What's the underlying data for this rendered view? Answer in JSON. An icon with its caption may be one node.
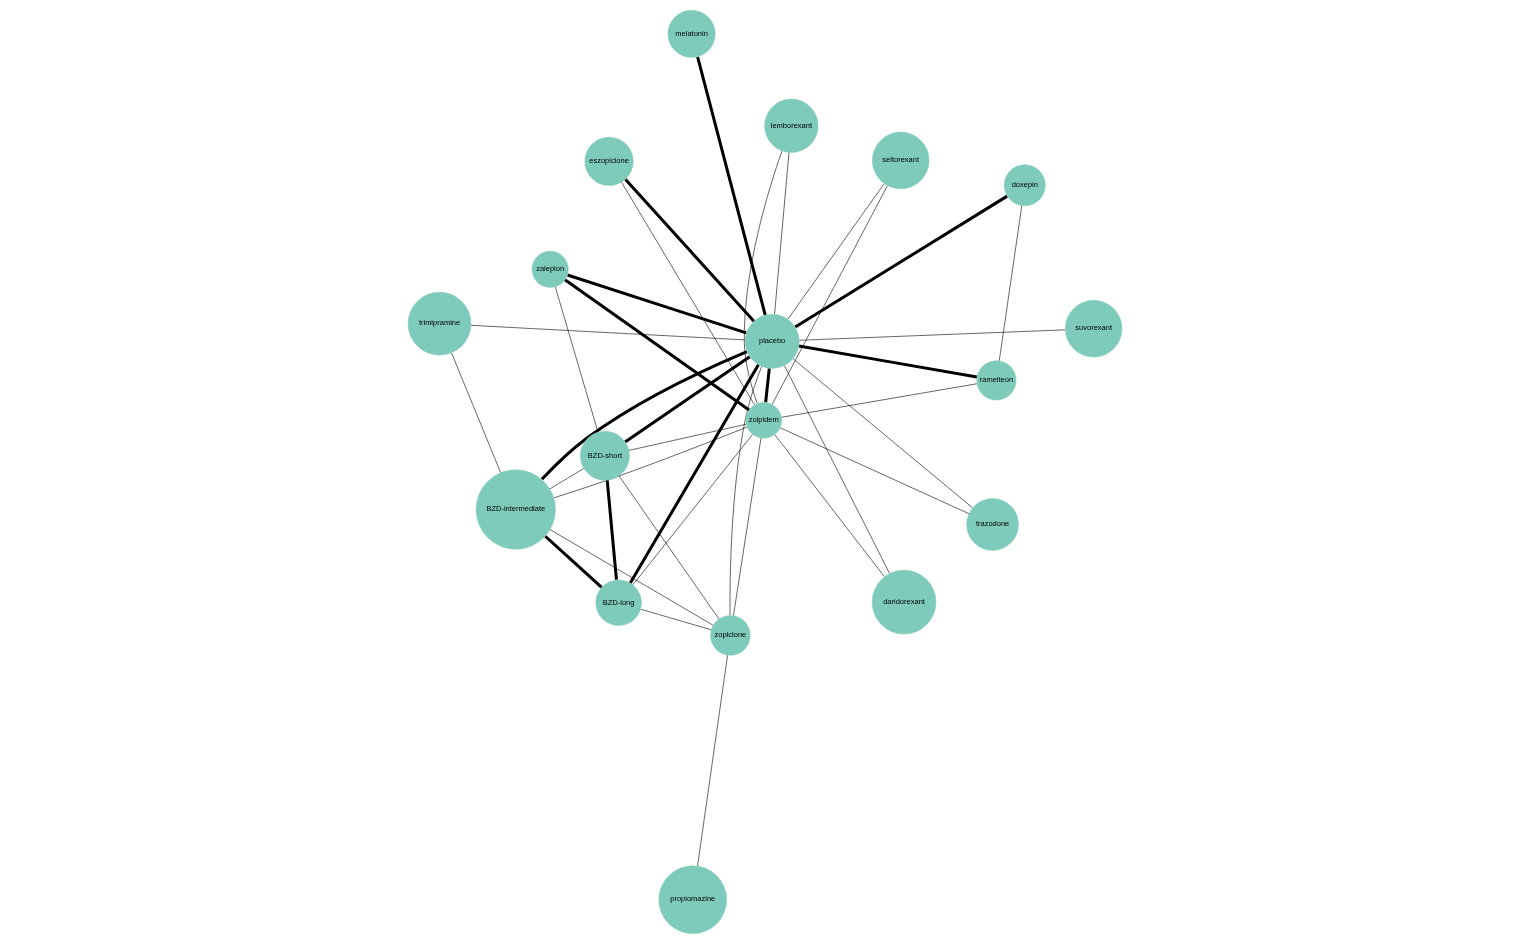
{
  "diagram": {
    "nodes": [
      {
        "text": [
          "doxepin"
        ]
      },
      {
        "text": [
          "daridorexant"
        ]
      },
      {
        "text": [
          "BZD-short"
        ]
      },
      {
        "text": [
          "BZD-long"
        ]
      },
      {
        "text": [
          "BZD-intermediate"
        ]
      },
      {
        "text": [
          "zopiclone"
        ]
      },
      {
        "text": [
          "zolpidem"
        ]
      },
      {
        "text": [
          "zaleplon"
        ]
      },
      {
        "text": [
          "trimipramine"
        ]
      },
      {
        "text": [
          "trazodone"
        ]
      },
      {
        "text": [
          "suvorexant"
        ]
      },
      {
        "text": [
          "seltorexant"
        ]
      },
      {
        "text": [
          "ramelteon"
        ]
      },
      {
        "text": [
          "propiomazine"
        ]
      },
      {
        "text": [
          "placebo"
        ]
      },
      {
        "text": [
          "melatonin"
        ]
      },
      {
        "text": [
          "lemborexant"
        ]
      },
      {
        "text": [
          "eszopiclone"
        ]
      }
    ],
    "edges": [
      {
        "from": 14,
        "to": 15,
        "arrow": "none",
        "style": "thick"
      },
      {
        "from": 14,
        "to": 16,
        "arrow": "none"
      },
      {
        "from": 14,
        "to": 17,
        "arrow": "none",
        "style": "thick"
      },
      {
        "from": 14,
        "to": 0,
        "arrow": "none",
        "style": "thick"
      },
      {
        "from": 14,
        "to": 1,
        "arrow": "none"
      },
      {
        "from": 14,
        "to": 2,
        "arrow": "none",
        "style": "thick"
      },
      {
        "from": 14,
        "to": 3,
        "arrow": "none",
        "style": "thick"
      },
      {
        "from": 14,
        "to": 4,
        "arrow": "none",
        "style": "thick"
      },
      {
        "from": 14,
        "to": 5,
        "arrow": "none"
      },
      {
        "from": 14,
        "to": 6,
        "arrow": "none",
        "style": "thick"
      },
      {
        "from": 14,
        "to": 7,
        "arrow": "none",
        "style": "thick"
      },
      {
        "from": 14,
        "to": 8,
        "arrow": "none"
      },
      {
        "from": 14,
        "to": 9,
        "arrow": "none"
      },
      {
        "from": 14,
        "to": 10,
        "arrow": "none"
      },
      {
        "from": 14,
        "to": 11,
        "arrow": "none"
      },
      {
        "from": 14,
        "to": 12,
        "arrow": "none",
        "style": "thick"
      },
      {
        "from": 0,
        "to": 12,
        "arrow": "none"
      },
      {
        "from": 1,
        "to": 6,
        "arrow": "none"
      },
      {
        "from": 17,
        "to": 6,
        "arrow": "none"
      },
      {
        "from": 16,
        "to": 6,
        "arrow": "none"
      },
      {
        "from": 13,
        "to": 5,
        "arrow": "none"
      },
      {
        "from": 11,
        "to": 6,
        "arrow": "none"
      },
      {
        "from": 12,
        "to": 6,
        "arrow": "none"
      },
      {
        "from": 9,
        "to": 6,
        "arrow": "none"
      },
      {
        "from": 8,
        "to": 4,
        "arrow": "none"
      },
      {
        "from": 2,
        "to": 3,
        "arrow": "none",
        "style": "thick"
      },
      {
        "from": 2,
        "to": 4,
        "arrow": "none"
      },
      {
        "from": 2,
        "to": 5,
        "arrow": "none"
      },
      {
        "from": 2,
        "to": 6,
        "arrow": "none"
      },
      {
        "from": 2,
        "to": 7,
        "arrow": "none"
      },
      {
        "from": 3,
        "to": 4,
        "arrow": "none",
        "style": "thick"
      },
      {
        "from": 3,
        "to": 5,
        "arrow": "none"
      },
      {
        "from": 3,
        "to": 6,
        "arrow": "none"
      },
      {
        "from": 4,
        "to": 5,
        "arrow": "none"
      },
      {
        "from": 4,
        "to": 6,
        "arrow": "none"
      },
      {
        "from": 5,
        "to": 6,
        "arrow": "none"
      },
      {
        "from": 6,
        "to": 7,
        "arrow": "none",
        "style": "thick"
      }
    ]
  }
}
